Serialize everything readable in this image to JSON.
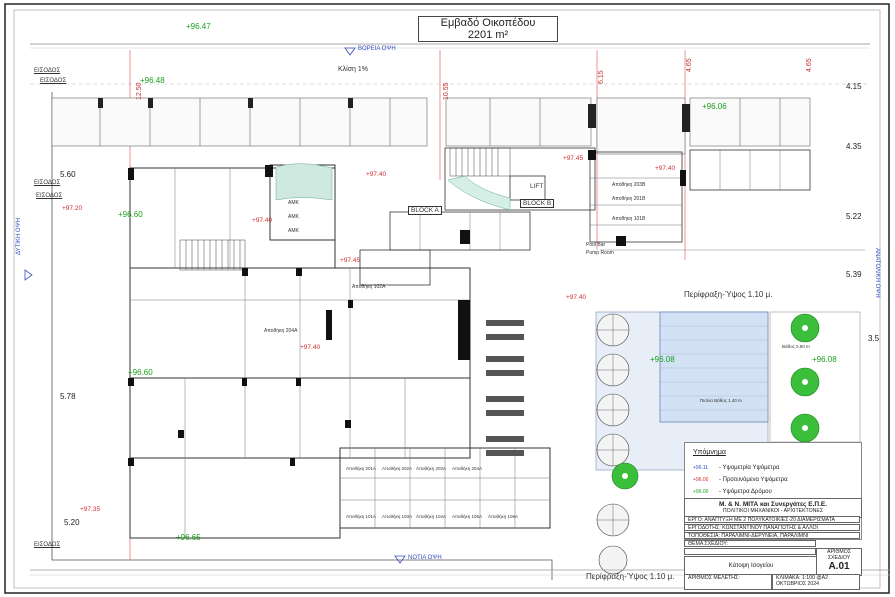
{
  "title": {
    "line1": "Εμβαδό Οικοπέδου",
    "line2": "2201 m²"
  },
  "orientation": {
    "north": "ΒΟΡΕΙΑ ΟΨΗ",
    "south": "ΝΟΤΙΑ ΟΨΗ",
    "west": "ΔΥΤΙΚΗ ΟΨΗ",
    "east": "ΑΝΑΤΟΛΙΚΗ ΟΨΗ"
  },
  "slope_note": "Κλίση 1%",
  "entrances": [
    "ΕΙΣΟΔΟΣ",
    "ΕΙΣΟΔΟΣ",
    "ΕΙΣΟΔΟΣ",
    "ΕΙΣΟΔΟΣ",
    "ΕΙΣΟΔΟΣ"
  ],
  "existing_levels": [
    "+96.47",
    "+96.48",
    "+96.60",
    "+96.60",
    "+96.65",
    "+96.06",
    "+96.08",
    "+96.08"
  ],
  "proposed_levels": [
    "+97.45",
    "+97.40",
    "+97.20",
    "+97.40",
    "+97.45",
    "+97.40",
    "+97.40",
    "+97.40",
    "+97.35"
  ],
  "dimensions": [
    "5.60",
    "5.78",
    "5.20",
    "4.15",
    "4.35",
    "5.22",
    "5.39",
    "3.5",
    "12.50",
    "10.55",
    "6.15",
    "4.65",
    "4.65"
  ],
  "fences": [
    "Περίφραξη-Ύψος 1.10 μ.",
    "Περίφραξη-Ύψος 1.10 μ."
  ],
  "blocks": [
    "BLOCK A",
    "BLOCK B"
  ],
  "lift": "LIFT",
  "rooms": [
    "Αποθήκη 203Β",
    "Αποθήκη 201Β",
    "Αποθήκη 101Β",
    "Αποθήκη 204Α",
    "Αποθήκη 102Α",
    "Αποθήκη 201Α",
    "Αποθήκη 202Α",
    "Αποθήκη 203Α",
    "Αποθήκη 204Α",
    "Αποθήκη 101Α",
    "Αποθήκη 103Α",
    "Αποθήκη 104Α",
    "Αποθήκη 105Α",
    "Αποθήκη 106Α"
  ],
  "small_labels": [
    "Pool Bar",
    "Pump Room",
    "ΑΜΚ",
    "ΑΜΚ",
    "ΑΜΚ",
    "Βάθος 0.90 m",
    "Πισίνα Βάθος 1.40 m"
  ],
  "legend": {
    "heading": "Υπόμνημα",
    "items": [
      {
        "sym": "+96.11",
        "text": "- Υψομετρία Υψόμετρα",
        "color": "#3050c0"
      },
      {
        "sym": "+96.00",
        "text": "- Προτεινόμενα Υψόμετρα",
        "color": "#d03030"
      },
      {
        "sym": "+96.00",
        "text": "- Υψόμετρα Δρόμου",
        "color": "#1a9e1a"
      }
    ]
  },
  "title_block": {
    "firm": "Μ. & Ν. ΜΙΤΑ και Συνεργάτες Ε.Π.Ε.",
    "firm_sub": "ΠΟΛΙΤΙΚΟΙ ΜΗΧΑΝΙΚΟΙ - ΑΡΧΙΤΕΚΤΟΝΕΣ",
    "project_label": "ΕΡΓΟ:",
    "project": "ΑΝΑΠΤΥΞΗ ΜΕ 2 ΠΟΛΥΚΑΤΟΙΚΙΕΣ-20 ΔΙΑΜΕΡΙΣΜΑΤΑ",
    "client_label": "ΕΡΓΟΔΟΤΗΣ:",
    "client": "ΚΩΝΣΤΑΝΤΙΝΟΥ ΠΑΝΑΓΙΩΤΗΣ & ΑΛΛΟΙ",
    "location_label": "ΤΟΠΟΘΕΣΙΑ:",
    "location": "ΠΑΡΑΛΙΜΝΙ-ΔΕΡΥΝΕΙΑ, ΠΑΡΑΛΙΜΝΙ",
    "subject_label": "ΘΕΜΑ ΣΧΕΔΙΟΥ:",
    "sheet": "Κάτοψη Ισογείου",
    "dno_label": "ΑΡΙΘΜΟΣ ΣΧΕΔΙΟΥ",
    "dno": "A.01",
    "study_label": "ΑΡΙΘΜΟΣ ΜΕΛΕΤΗΣ:",
    "scale_label": "ΚΛΙΜΑΚΑ:",
    "scale": "1:100 @A2",
    "date": "ΟΚΤΩΒΡΙΟΣ 2024"
  }
}
